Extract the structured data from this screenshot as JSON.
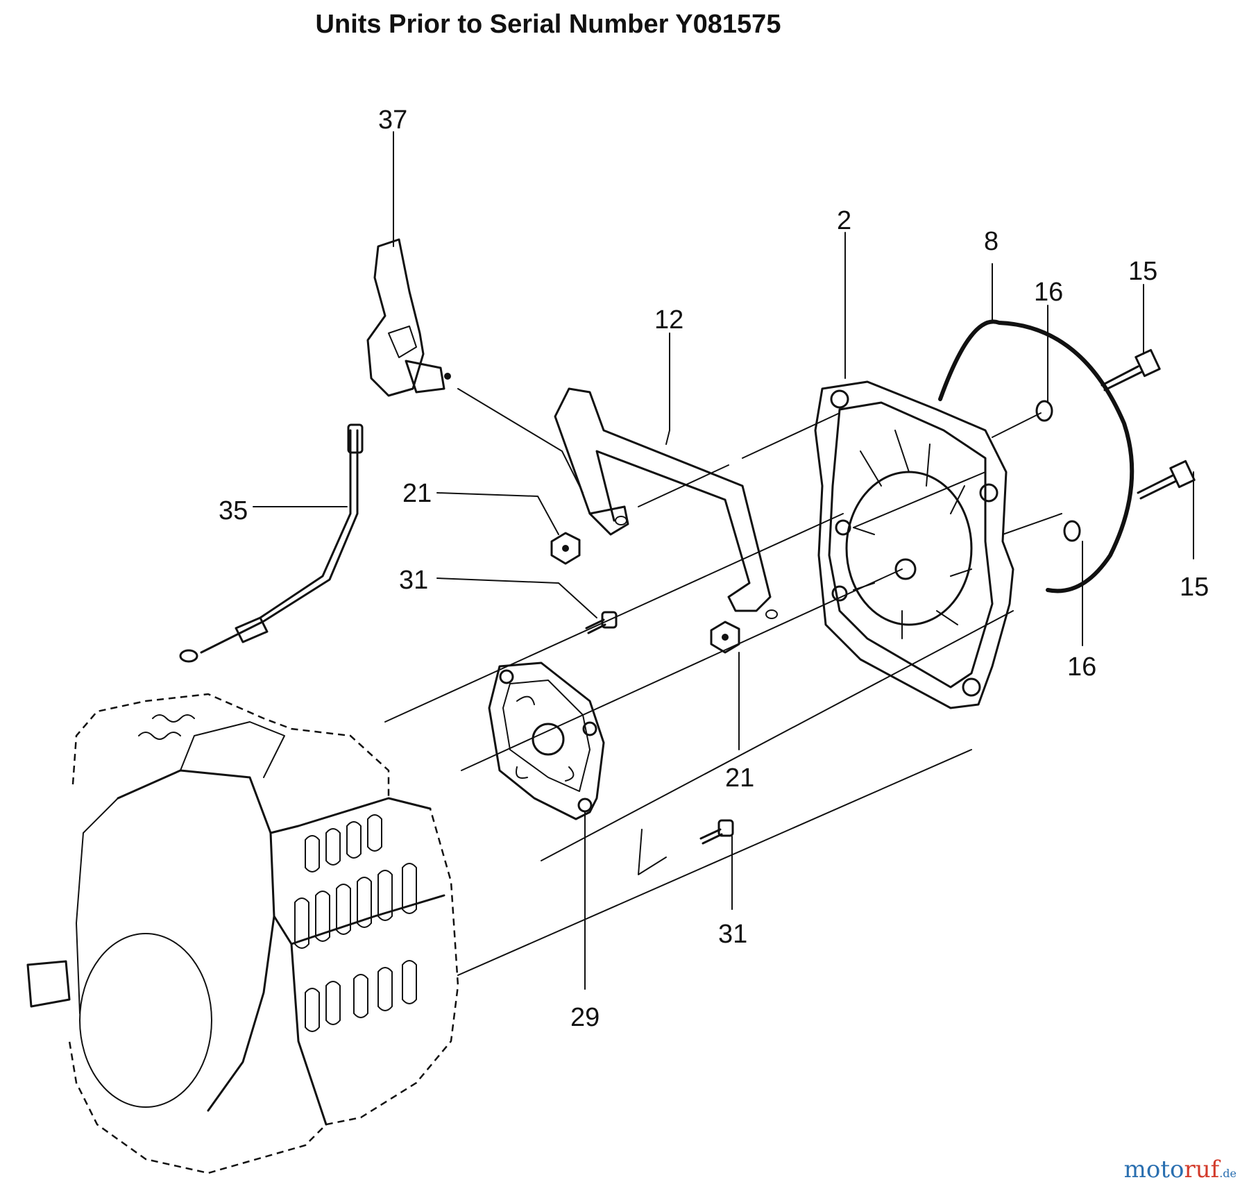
{
  "title": "Units Prior to Serial Number Y081575",
  "callouts": {
    "c37": "37",
    "c2": "2",
    "c8": "8",
    "c15a": "15",
    "c16a": "16",
    "c12": "12",
    "c35": "35",
    "c21a": "21",
    "c31a": "31",
    "c15b": "15",
    "c16b": "16",
    "c21b": "21",
    "c31b": "31",
    "c29": "29"
  },
  "watermark": {
    "part1": "moto",
    "part2": "ruf",
    "part3": ".de"
  }
}
